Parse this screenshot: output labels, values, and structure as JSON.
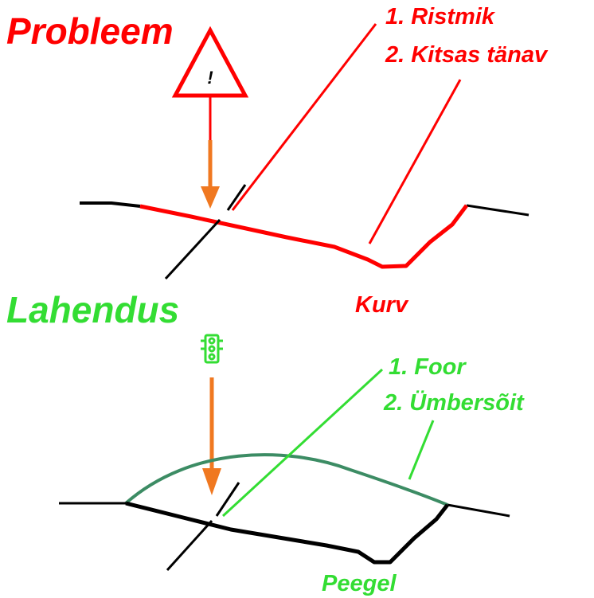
{
  "colors": {
    "problem": "#ff0000",
    "solution": "#33dd33",
    "road": "#000000",
    "arrow": "#f07820",
    "detour": "#3c8c64"
  },
  "problem": {
    "title": "Probleem",
    "items": [
      "1. Ristmik",
      "2. Kitsas tänav"
    ],
    "curve_label": "Kurv",
    "icon": "warning-triangle-icon",
    "icon_text": "!"
  },
  "solution": {
    "title": "Lahendus",
    "items": [
      "1. Foor",
      "2. Ümbersõit"
    ],
    "mirror_label": "Peegel",
    "icon": "traffic-light-icon"
  }
}
